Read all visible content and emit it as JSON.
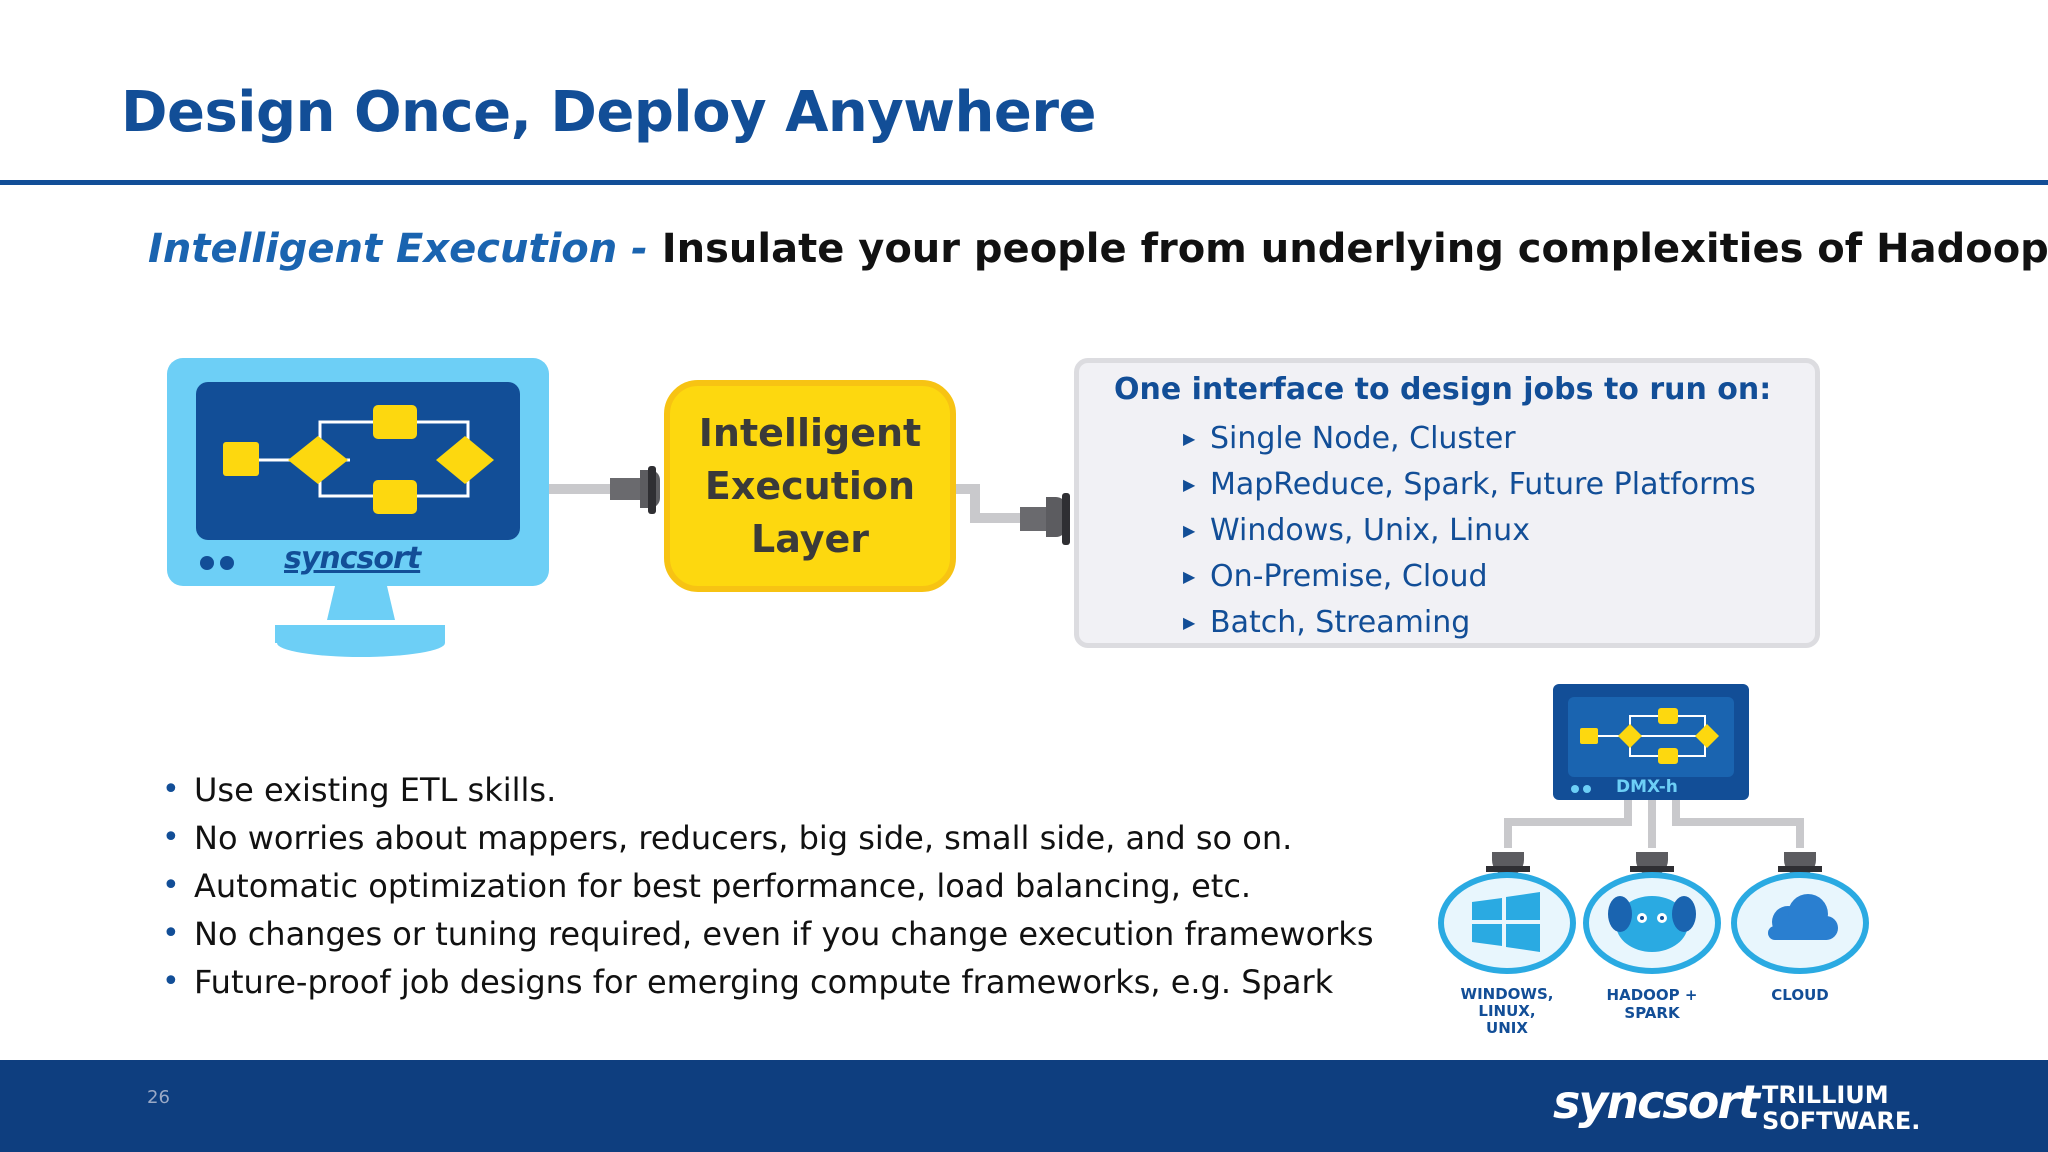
{
  "slide": {
    "title": "Design Once, Deploy Anywhere",
    "subtitle_em": "Intelligent Execution - ",
    "subtitle_rest": "Insulate your people from underlying complexities of Hadoop.",
    "page_number": "26"
  },
  "monitor": {
    "brand": "syncsort"
  },
  "iel_box": {
    "label": "Intelligent\nExecution\nLayer"
  },
  "info_box": {
    "heading": "One interface to design jobs to run on:",
    "items": [
      "Single Node, Cluster",
      "MapReduce, Spark, Future Platforms",
      "Windows, Unix, Linux",
      "On-Premise, Cloud",
      "Batch, Streaming"
    ]
  },
  "bullets": [
    "Use existing ETL skills.",
    "No worries about mappers, reducers, big side, small side, and so on.",
    "Automatic optimization for best performance, load balancing, etc.",
    "No changes or tuning required, even if you change execution frameworks",
    "Future-proof job designs for emerging compute frameworks, e.g. Spark"
  ],
  "dmx": {
    "label": "DMX-h",
    "targets": [
      {
        "line1": "WINDOWS,",
        "line2": "LINUX, UNIX"
      },
      {
        "line1": "HADOOP + SPARK",
        "line2": ""
      },
      {
        "line1": "CLOUD",
        "line2": ""
      }
    ]
  },
  "footer": {
    "logo_primary": "syncsort",
    "logo_secondary_1": "TRILLIUM",
    "logo_secondary_2": "SOFTWARE."
  },
  "colors": {
    "brand_blue": "#124e97",
    "footer_blue": "#0e3e7f",
    "accent_yellow": "#fdd80f",
    "light_blue": "#6dcff6"
  }
}
